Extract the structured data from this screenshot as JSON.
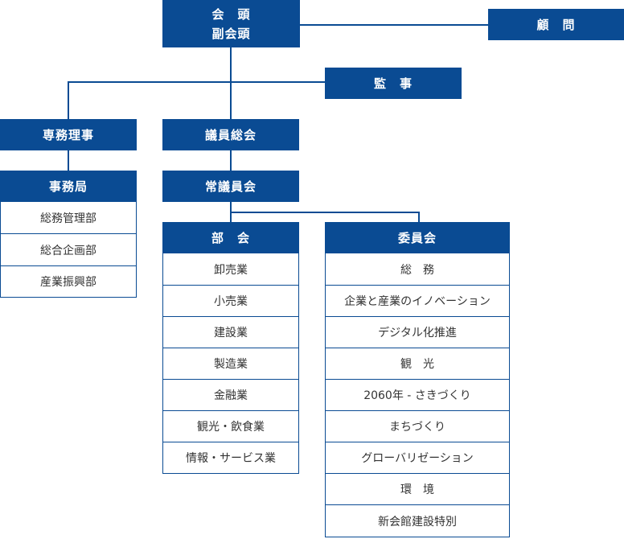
{
  "top": {
    "line1": "会　頭",
    "line2": "副会頭"
  },
  "advisor": "顧　問",
  "auditor": "監　事",
  "executive_director": "専務理事",
  "general_assembly": "議員総会",
  "standing_committee": "常議員会",
  "secretariat": {
    "title": "事務局",
    "items": [
      "総務管理部",
      "総合企画部",
      "産業振興部"
    ]
  },
  "divisions": {
    "title": "部　会",
    "items": [
      "卸売業",
      "小売業",
      "建設業",
      "製造業",
      "金融業",
      "観光・飲食業",
      "情報・サービス業"
    ]
  },
  "committees": {
    "title": "委員会",
    "items": [
      "総　務",
      "企業と産業のイノベーション",
      "デジタル化推進",
      "観　光",
      "2060年 - さきづくり",
      "まちづくり",
      "グローバリゼーション",
      "環　境",
      "新会館建設特別"
    ]
  },
  "colors": {
    "primary": "#0a4b93",
    "item_bg": "#ffffff",
    "item_text": "#333333"
  }
}
